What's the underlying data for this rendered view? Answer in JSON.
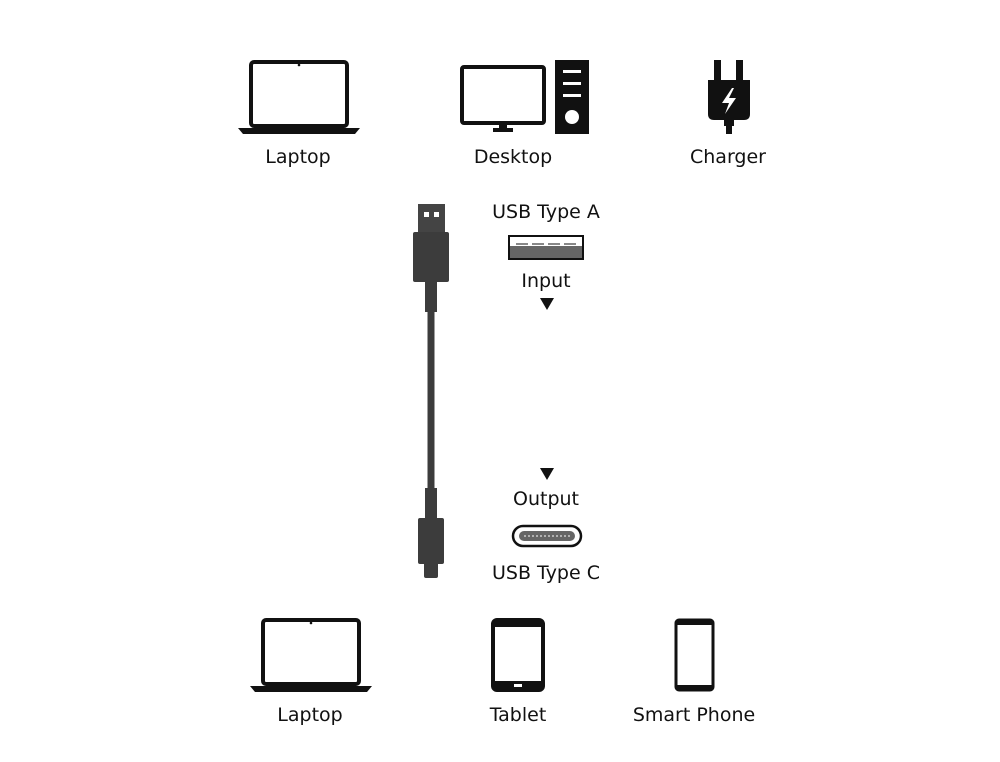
{
  "sources": [
    {
      "label": "Laptop",
      "icon": "laptop-icon"
    },
    {
      "label": "Desktop",
      "icon": "desktop-icon"
    },
    {
      "label": "Charger",
      "icon": "charger-icon"
    }
  ],
  "cable": {
    "input_connector": "USB Type A",
    "input_label": "Input",
    "output_label": "Output",
    "output_connector": "USB Type C"
  },
  "devices": [
    {
      "label": "Laptop",
      "icon": "laptop-icon"
    },
    {
      "label": "Tablet",
      "icon": "tablet-icon"
    },
    {
      "label": "Smart Phone",
      "icon": "smartphone-icon"
    }
  ],
  "colors": {
    "ink": "#111111",
    "cable": "#3c3c3c",
    "port": "#666666"
  }
}
